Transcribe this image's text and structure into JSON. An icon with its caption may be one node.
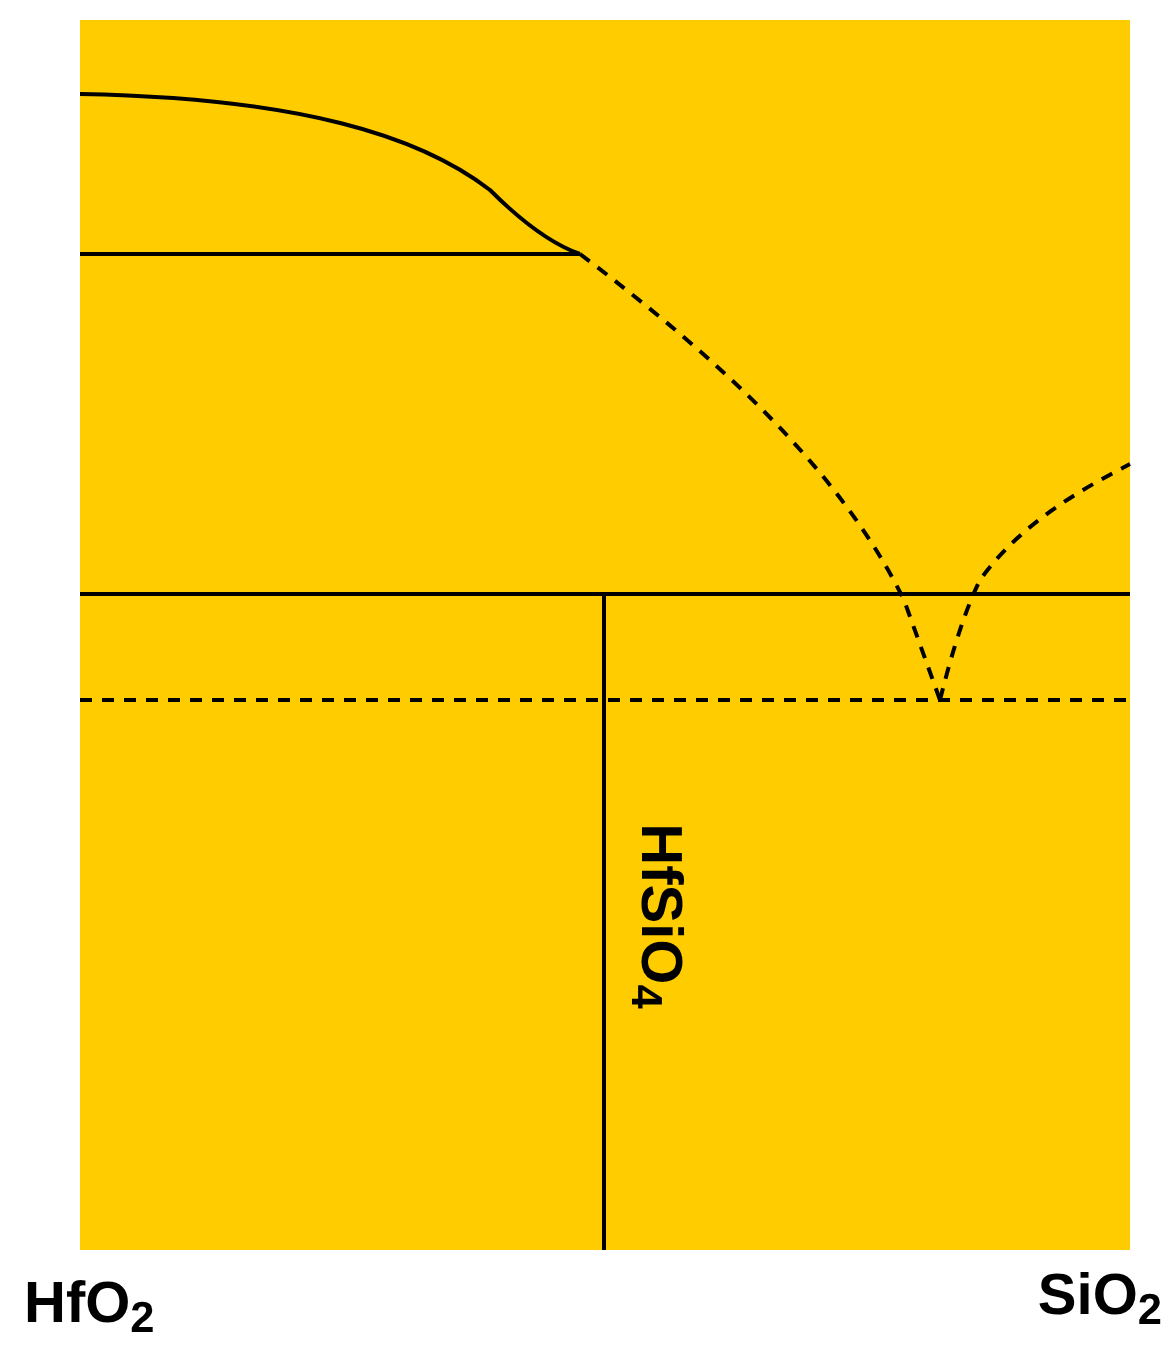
{
  "diagram": {
    "labels": [
      "HfSiO$_{4}$",
      "HfO$_{2}$",
      "SiO$_{2}$"
    ]
  }
}
